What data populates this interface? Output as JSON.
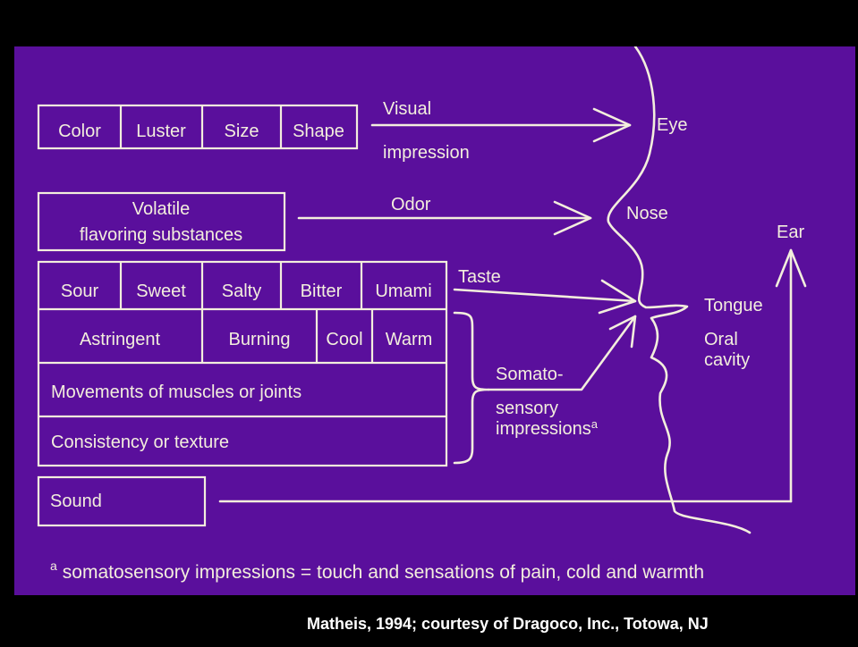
{
  "visual_boxes": [
    "Color",
    "Luster",
    "Size",
    "Shape"
  ],
  "visual_label": [
    "Visual",
    "impression"
  ],
  "eye": "Eye",
  "volatile": [
    "Volatile",
    "flavoring substances"
  ],
  "odor": "Odor",
  "nose": "Nose",
  "ear": "Ear",
  "taste_boxes": [
    "Sour",
    "Sweet",
    "Salty",
    "Bitter",
    "Umami"
  ],
  "taste": "Taste",
  "tongue": "Tongue",
  "oral_cavity": [
    "Oral",
    "cavity"
  ],
  "somato_boxes": [
    "Astringent",
    "Burning",
    "Cool",
    "Warm"
  ],
  "movements": "Movements of muscles or joints",
  "consistency": "Consistency or texture",
  "somato_label": [
    "Somato-",
    "sensory",
    "impressions",
    "a"
  ],
  "sound": "Sound",
  "footnote": {
    "marker": "a",
    "text": "somatosensory impressions = touch and sensations of pain, cold and warmth"
  },
  "credit": "Matheis, 1994; courtesy of Dragoco, Inc., Totowa, NJ",
  "colors": {
    "background": "#000000",
    "panel": "#5a0f9c",
    "ink": "#f3eedd"
  }
}
